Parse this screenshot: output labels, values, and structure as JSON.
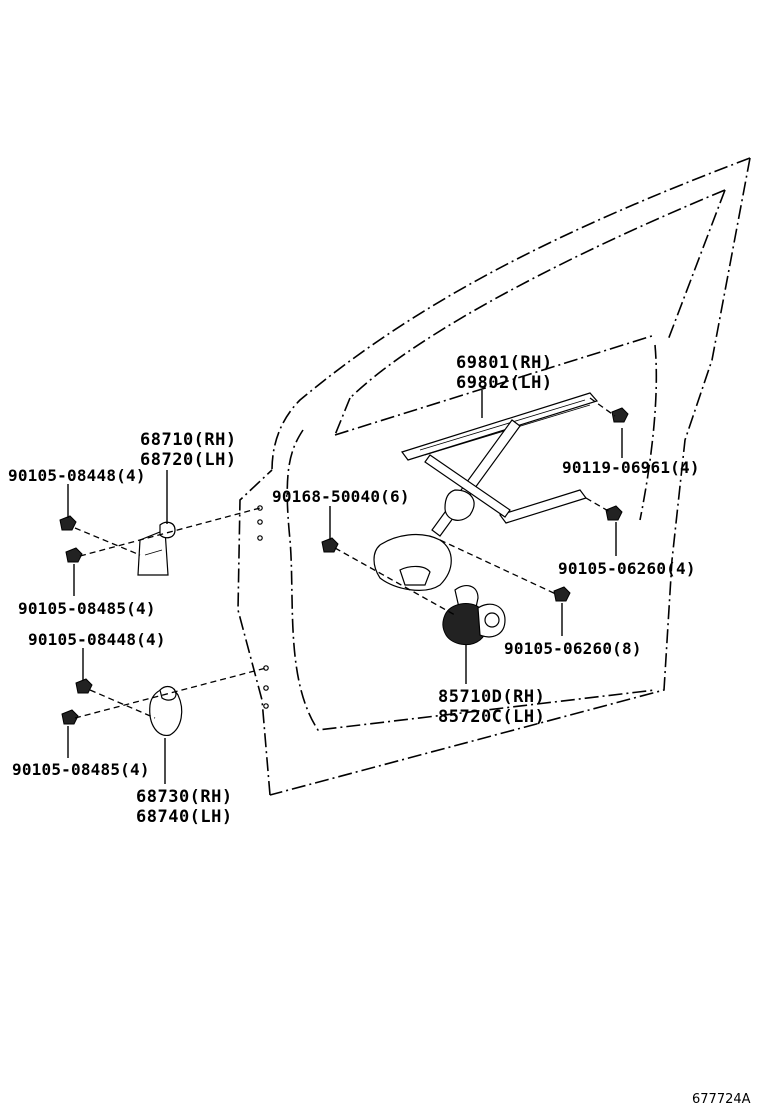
{
  "diagram": {
    "figure_number": "677724A",
    "labels": {
      "regulator_rh": "69801(RH)",
      "regulator_lh": "69802(LH)",
      "bolt_top_right": "90119-06961(4)",
      "bolt_mid_right": "90105-06260(4)",
      "bolt_lower_mid": "90105-06260(8)",
      "bolt_regulator": "90168-50040(6)",
      "motor_rh": "85710D(RH)",
      "motor_lh": "85720C(LH)",
      "upper_hinge_rh": "68710(RH)",
      "upper_hinge_lh": "68720(LH)",
      "upper_bolt_a": "90105-08448(4)",
      "upper_bolt_b": "90105-08485(4)",
      "lower_bolt_a": "90105-08448(4)",
      "lower_bolt_b": "90105-08485(4)",
      "lower_hinge_rh": "68730(RH)",
      "lower_hinge_lh": "68740(LH)"
    }
  }
}
